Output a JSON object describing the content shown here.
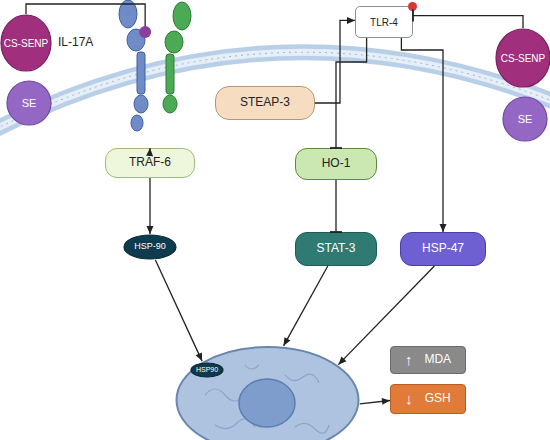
{
  "diagram": {
    "nodes": [
      {
        "text": [
          "CS-SENP"
        ]
      },
      {
        "text": [
          "SE"
        ]
      },
      {
        "text": [
          "IL-17A"
        ]
      },
      {
        "text": [
          "TLR-4"
        ]
      },
      {
        "text": [
          "CS-SENP"
        ]
      },
      {
        "text": [
          "SE"
        ]
      },
      {
        "text": [
          "STEAP-3"
        ]
      },
      {
        "text": [
          "TRAF-6"
        ]
      },
      {
        "text": [
          "HO-1"
        ]
      },
      {
        "text": [
          "HSP-90"
        ]
      },
      {
        "text": [
          "STAT-3"
        ]
      },
      {
        "text": [
          "HSP-47"
        ]
      },
      {
        "text": []
      },
      {
        "text": [
          "HSP90"
        ],
        "in": 12
      },
      {
        "text": [
          "↑",
          "MDA"
        ]
      },
      {
        "text": [
          "↓",
          "GSH"
        ]
      }
    ],
    "edges": [
      {
        "from": 0,
        "to": 2,
        "arrow": "none"
      },
      {
        "from": 4,
        "to": 3,
        "arrow": "to"
      },
      {
        "from": 6,
        "to": 3,
        "arrow": "to"
      },
      {
        "from": 2,
        "to": 7,
        "arrow": "to"
      },
      {
        "from": 3,
        "to": 8,
        "arrow": "to"
      },
      {
        "from": 3,
        "to": 11,
        "arrow": "to"
      },
      {
        "from": 7,
        "to": 9,
        "arrow": "to"
      },
      {
        "from": 8,
        "to": 10,
        "arrow": "to"
      },
      {
        "from": 9,
        "to": 12,
        "arrow": "to"
      },
      {
        "from": 10,
        "to": 12,
        "arrow": "to"
      },
      {
        "from": 11,
        "to": 12,
        "arrow": "to"
      },
      {
        "from": 12,
        "to": 15,
        "arrow": "to"
      }
    ]
  }
}
